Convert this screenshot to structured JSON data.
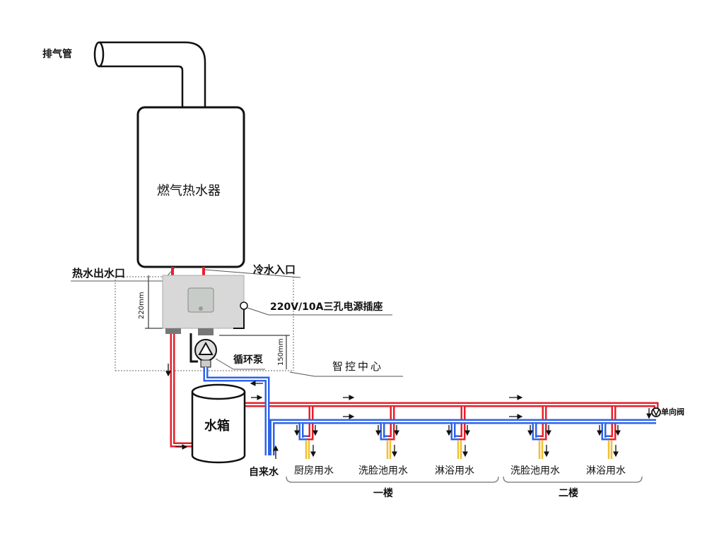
{
  "labels": {
    "exhaust_pipe": "排气管",
    "heater": "燃气热水器",
    "hot_outlet": "热水出水口",
    "cold_inlet": "冷水入口",
    "power_socket": "220V/10A三孔电源插座",
    "pump": "循环泵",
    "control_center": "智控中心",
    "tank": "水箱",
    "tap_water": "自来水",
    "check_valve": "单向阀",
    "dim_220": "220mm",
    "dim_150": "150mm"
  },
  "fixtures": [
    {
      "label": "厨房用水"
    },
    {
      "label": "洗脸池用水"
    },
    {
      "label": "淋浴用水"
    },
    {
      "label": "洗脸池用水"
    },
    {
      "label": "淋浴用水"
    }
  ],
  "floors": {
    "first": "一楼",
    "second": "二楼"
  },
  "colors": {
    "hot": "#e8202a",
    "cold": "#2f64e8",
    "outlet": "#f0c030",
    "box": "#d8d8d8"
  }
}
